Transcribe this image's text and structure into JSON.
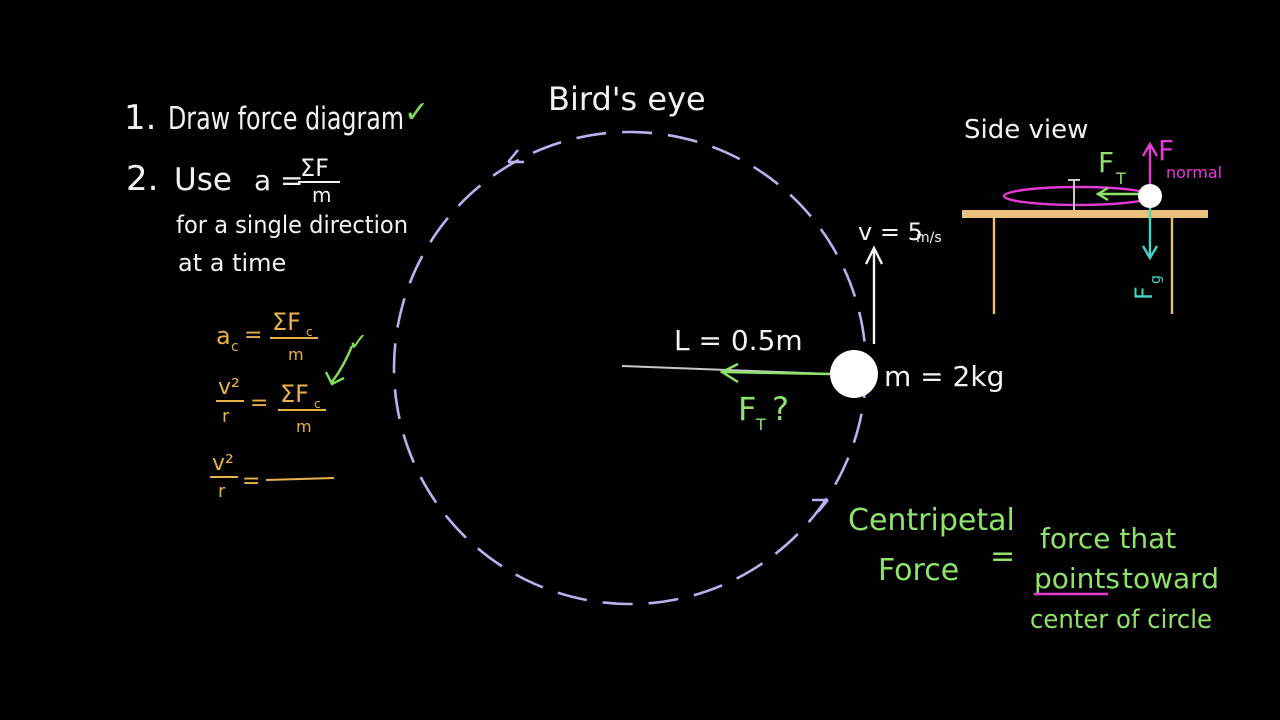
{
  "colors": {
    "background": "#000000",
    "chalk_white": "#f2f2f2",
    "green": "#8fe36a",
    "check_green": "#7ee05a",
    "orange": "#e8b24a",
    "lavender": "#b9b2ef",
    "magenta": "#e63ad6",
    "cyan": "#3fd6c6",
    "table_tan": "#e8c07a",
    "circle_gray": "#c9c9c9"
  },
  "steps": {
    "step1_number": "1.",
    "step1_text": "Draw force diagram",
    "step1_check": "✓",
    "step2_number": "2.",
    "step2_text": "Use",
    "eq_a": "a =",
    "eq_num": "ΣF",
    "eq_den": "m",
    "step2_line2": "for a single direction",
    "step2_line3": "at a time"
  },
  "derivation": {
    "ac_lhs": "a",
    "ac_sub": "c",
    "eq_sign": "=",
    "sum_fc": "ΣF",
    "fc_sub": "c",
    "den_m": "m",
    "check": "✓",
    "v2": "v²",
    "r": "r"
  },
  "birds_eye": {
    "title": "Bird's eye",
    "length_label": "L = 0.5m",
    "mass_label": "m = 2kg",
    "velocity_label": "v = 5",
    "velocity_unit": "m/s",
    "tension_label": "F",
    "tension_sub": "T",
    "question": "?"
  },
  "side_view": {
    "title": "Side view",
    "tension": "F",
    "tension_sub": "T",
    "normal": "F",
    "normal_sub": "normal",
    "gravity": "F",
    "gravity_sub": "g"
  },
  "definition": {
    "term_line1": "Centripetal",
    "term_line2": "Force",
    "equals": "=",
    "def_line1": "force that",
    "def_points": "points",
    "def_toward": "toward",
    "def_line3": "center of circle"
  }
}
